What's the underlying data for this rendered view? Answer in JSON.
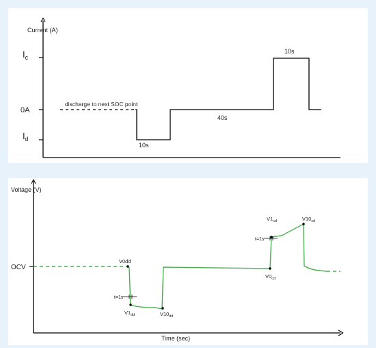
{
  "top_diagram": {
    "y_axis_label": "Current (A)",
    "level_labels": {
      "ic_main": "I",
      "ic_sub": "c",
      "zero": "0A",
      "id_main": "I",
      "id_sub": "d"
    },
    "annotations": {
      "discharge": "discharge to next SOC point",
      "discharge_pulse": "10s",
      "rest": "40s",
      "charge_pulse": "10s"
    },
    "line_color": "#000000"
  },
  "bottom_diagram": {
    "y_axis_label": "Voltage (V)",
    "x_axis_label": "Time (sec)",
    "ocv_label": "OCV",
    "points": {
      "v0dd": "V0dd",
      "v1dd_main": "V1",
      "v1dd_sub": "dd",
      "v10dd_main": "V10",
      "v10dd_sub": "dd",
      "v0cd_main": "V0",
      "v0cd_sub": "cd",
      "v1cd_main": "V1",
      "v1cd_sub": "cd",
      "v10cd_main": "V10",
      "v10cd_sub": "cd"
    },
    "t1_discharge": "t=1s",
    "t1_charge": "t=1s",
    "line_color": "#4caf50"
  }
}
